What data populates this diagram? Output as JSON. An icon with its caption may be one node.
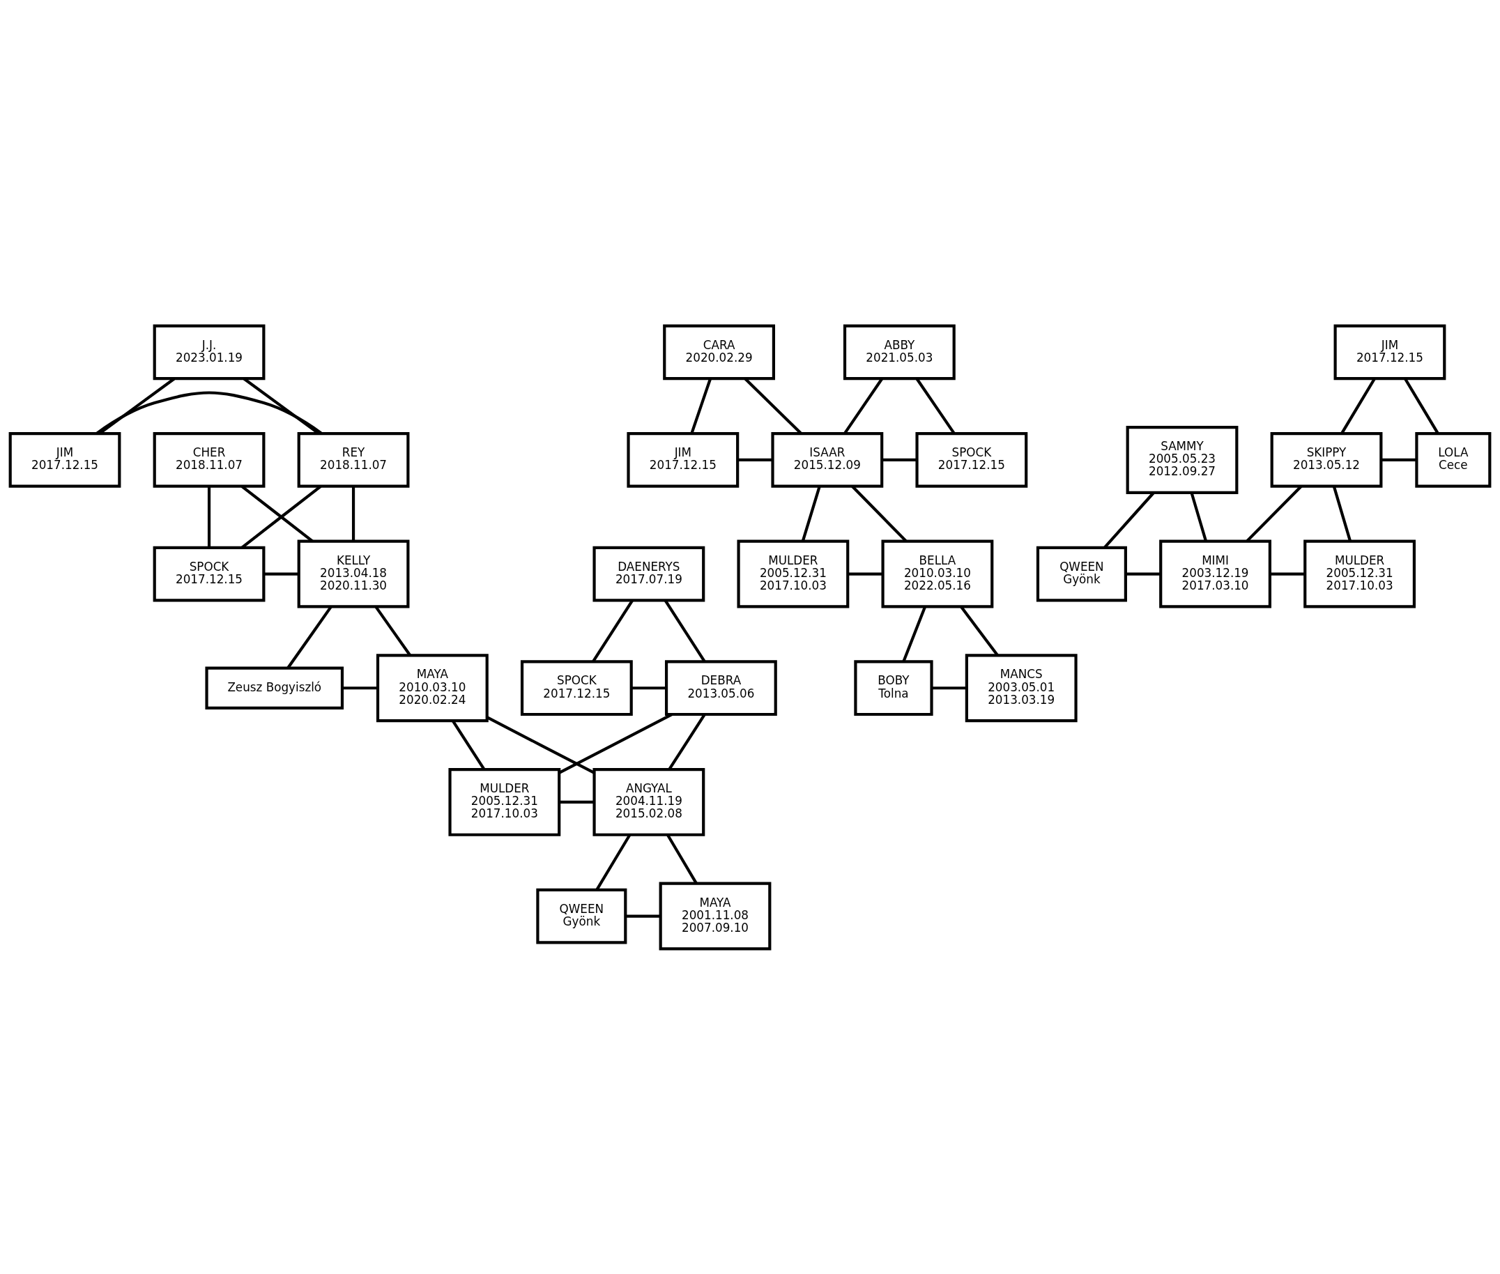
{
  "diagram": {
    "nodes": [
      {
        "text": [
          "J.J.",
          "2023.01.19"
        ]
      },
      {
        "text": [
          "JIM",
          "2017.12.15"
        ]
      },
      {
        "text": [
          "REY",
          "2018.11.07"
        ]
      },
      {
        "text": [
          "CHER",
          "2018.11.07"
        ]
      },
      {
        "text": [
          "ABBY",
          "2021.05.03"
        ]
      },
      {
        "text": [
          "SPOCK",
          "2017.12.15"
        ]
      },
      {
        "text": [
          "KELLY",
          "2013.04.18",
          "2020.11.30"
        ]
      },
      {
        "text": [
          "DAENERYS",
          "2017.07.19"
        ]
      },
      {
        "text": [
          "CARA",
          "2020.02.29"
        ]
      },
      {
        "text": [
          "JIM",
          "2017.12.15"
        ]
      },
      {
        "text": [
          "Zeusz Bogyiszló"
        ]
      },
      {
        "text": [
          "MAYA",
          "2010.03.10",
          "2020.02.24"
        ]
      },
      {
        "text": [
          "SPOCK",
          "2017.12.15"
        ]
      },
      {
        "text": [
          "DEBRA",
          "2013.05.06"
        ]
      },
      {
        "text": [
          "JIM",
          "2017.12.15"
        ]
      },
      {
        "text": [
          "ISAAR",
          "2015.12.09"
        ]
      },
      {
        "text": [
          "SPOCK",
          "2017.12.15"
        ]
      },
      {
        "text": [
          "SKIPPY",
          "2013.05.12"
        ]
      },
      {
        "text": [
          "LOLA",
          "Cece"
        ]
      },
      {
        "text": [
          "MULDER",
          "2005.12.31",
          "2017.10.03"
        ]
      },
      {
        "text": [
          "ANGYAL",
          "2004.11.19",
          "2015.02.08"
        ]
      },
      {
        "text": [
          "SAMMY",
          "2005.05.23",
          "2012.09.27"
        ]
      },
      {
        "text": [
          "MULDER",
          "2005.12.31",
          "2017.10.03"
        ]
      },
      {
        "text": [
          "BELLA",
          "2010.03.10",
          "2022.05.16"
        ]
      },
      {
        "text": [
          "QWEEN",
          "Gyönk"
        ]
      },
      {
        "text": [
          "MAYA",
          "2001.11.08",
          "2007.09.10"
        ]
      },
      {
        "text": [
          "QWEEN",
          "Gyönk"
        ]
      },
      {
        "text": [
          "MIMI",
          "2003.12.19",
          "2017.03.10"
        ]
      },
      {
        "text": [
          "MULDER",
          "2005.12.31",
          "2017.10.03"
        ]
      },
      {
        "text": [
          "BOBY",
          "Tolna"
        ]
      },
      {
        "text": [
          "MANCS",
          "2003.05.01",
          "2013.03.19"
        ]
      }
    ],
    "edges": [
      {
        "from": 1,
        "to": 2,
        "arrow": "none"
      },
      {
        "from": 0,
        "to": 1,
        "arrow": "none"
      },
      {
        "from": 0,
        "to": 2,
        "arrow": "none"
      },
      {
        "from": 5,
        "to": 6,
        "arrow": "none"
      },
      {
        "from": 2,
        "to": 5,
        "arrow": "none"
      },
      {
        "from": 2,
        "to": 6,
        "arrow": "none"
      },
      {
        "from": 3,
        "to": 5,
        "arrow": "none"
      },
      {
        "from": 3,
        "to": 6,
        "arrow": "none"
      },
      {
        "from": 10,
        "to": 11,
        "arrow": "none"
      },
      {
        "from": 6,
        "to": 10,
        "arrow": "none"
      },
      {
        "from": 6,
        "to": 11,
        "arrow": "none"
      },
      {
        "from": 12,
        "to": 13,
        "arrow": "none"
      },
      {
        "from": 7,
        "to": 12,
        "arrow": "none"
      },
      {
        "from": 7,
        "to": 13,
        "arrow": "none"
      },
      {
        "from": 19,
        "to": 20,
        "arrow": "none"
      },
      {
        "from": 11,
        "to": 19,
        "arrow": "none"
      },
      {
        "from": 11,
        "to": 20,
        "arrow": "none"
      },
      {
        "from": 13,
        "to": 19,
        "arrow": "none"
      },
      {
        "from": 13,
        "to": 20,
        "arrow": "none"
      },
      {
        "from": 24,
        "to": 25,
        "arrow": "none"
      },
      {
        "from": 20,
        "to": 24,
        "arrow": "none"
      },
      {
        "from": 20,
        "to": 25,
        "arrow": "none"
      },
      {
        "from": 17,
        "to": 18,
        "arrow": "none"
      },
      {
        "from": 9,
        "to": 17,
        "arrow": "none"
      },
      {
        "from": 9,
        "to": 18,
        "arrow": "none"
      },
      {
        "from": 27,
        "to": 28,
        "arrow": "none"
      },
      {
        "from": 17,
        "to": 27,
        "arrow": "none"
      },
      {
        "from": 17,
        "to": 28,
        "arrow": "none"
      },
      {
        "from": 26,
        "to": 27,
        "arrow": "none"
      },
      {
        "from": 21,
        "to": 26,
        "arrow": "none"
      },
      {
        "from": 21,
        "to": 27,
        "arrow": "none"
      },
      {
        "from": 14,
        "to": 15,
        "arrow": "none"
      },
      {
        "from": 15,
        "to": 16,
        "arrow": "none"
      },
      {
        "from": 8,
        "to": 14,
        "arrow": "none"
      },
      {
        "from": 8,
        "to": 15,
        "arrow": "none"
      },
      {
        "from": 4,
        "to": 15,
        "arrow": "none"
      },
      {
        "from": 4,
        "to": 16,
        "arrow": "none"
      },
      {
        "from": 22,
        "to": 23,
        "arrow": "none"
      },
      {
        "from": 15,
        "to": 22,
        "arrow": "none"
      },
      {
        "from": 15,
        "to": 23,
        "arrow": "none"
      },
      {
        "from": 29,
        "to": 30,
        "arrow": "none"
      },
      {
        "from": 23,
        "to": 29,
        "arrow": "none"
      },
      {
        "from": 23,
        "to": 30,
        "arrow": "none"
      }
    ]
  }
}
